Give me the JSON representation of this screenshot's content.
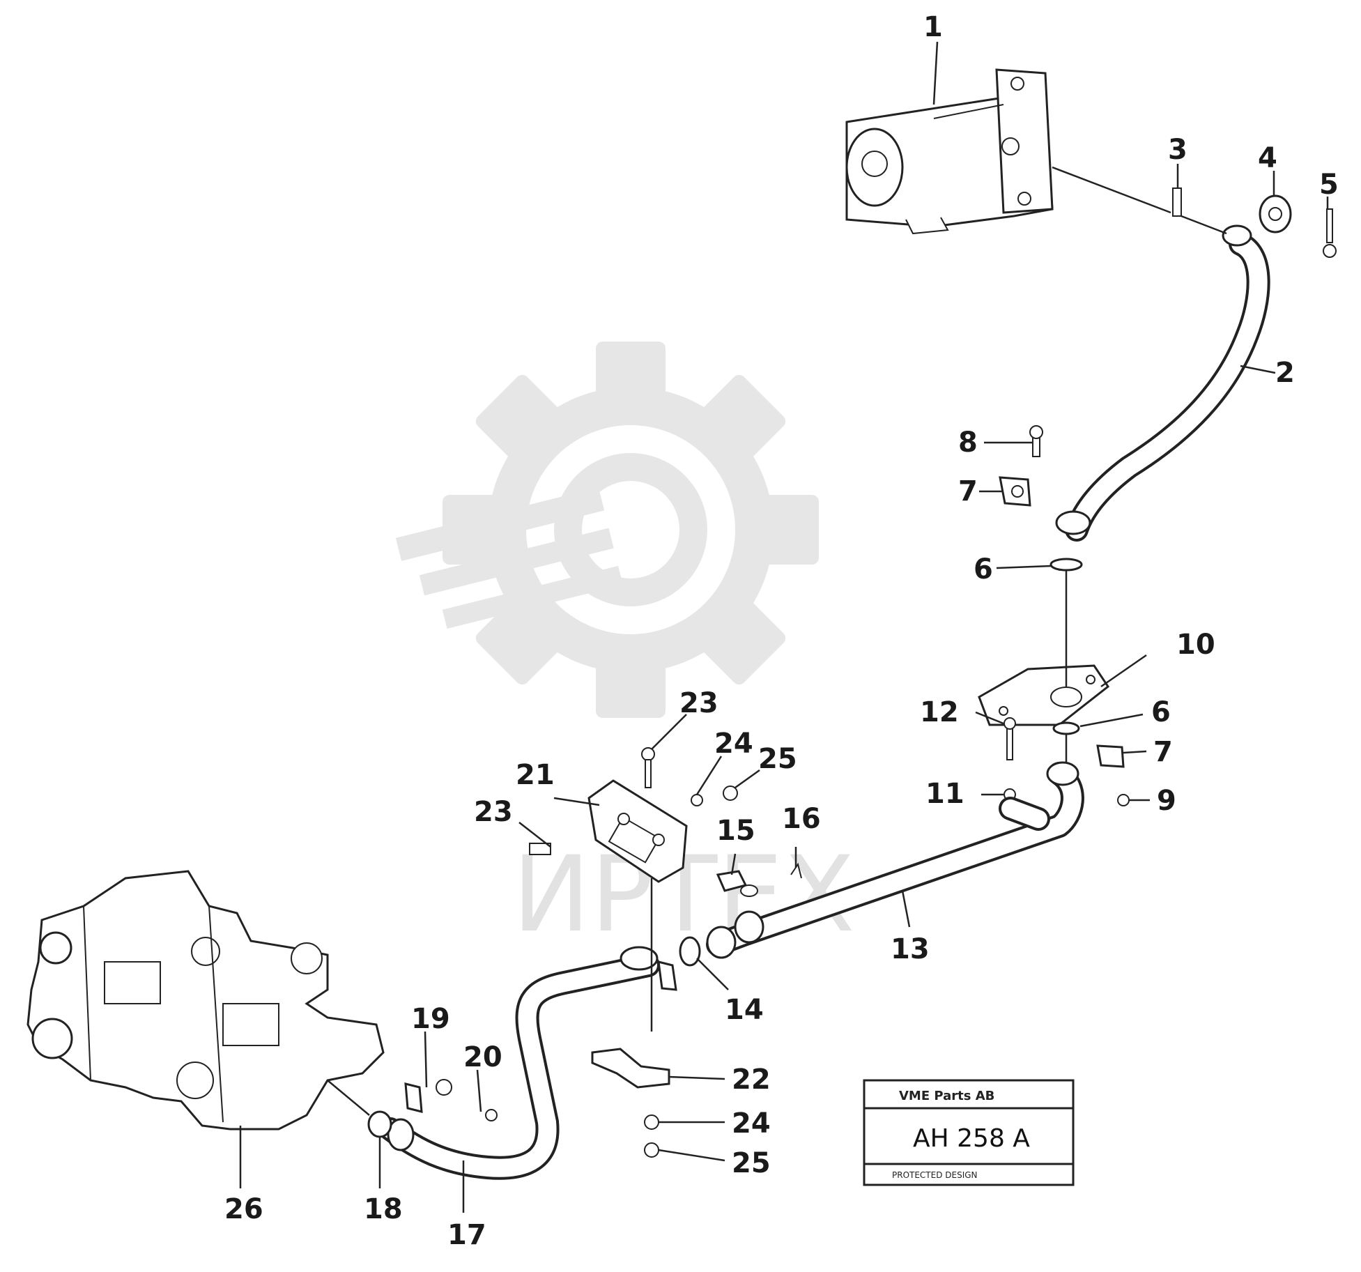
{
  "diagram": {
    "callouts": {
      "c1": "1",
      "c2": "2",
      "c3": "3",
      "c4": "4",
      "c5": "5",
      "c6a": "6",
      "c6b": "6",
      "c7a": "7",
      "c7b": "7",
      "c8": "8",
      "c9": "9",
      "c10": "10",
      "c11": "11",
      "c12": "12",
      "c13": "13",
      "c14": "14",
      "c15": "15",
      "c16": "16",
      "c17": "17",
      "c18": "18",
      "c19": "19",
      "c20": "20",
      "c21": "21",
      "c22": "22",
      "c23a": "23",
      "c23b": "23",
      "c24a": "24",
      "c24b": "24",
      "c25a": "25",
      "c25b": "25",
      "c26": "26"
    },
    "reference_box": {
      "title": "VME Parts AB",
      "code": "AH 258 A",
      "note": "PROTECTED DESIGN"
    },
    "watermark": {
      "text": "ИРТЕХ",
      "icon": "gear-wrench-icon"
    }
  }
}
